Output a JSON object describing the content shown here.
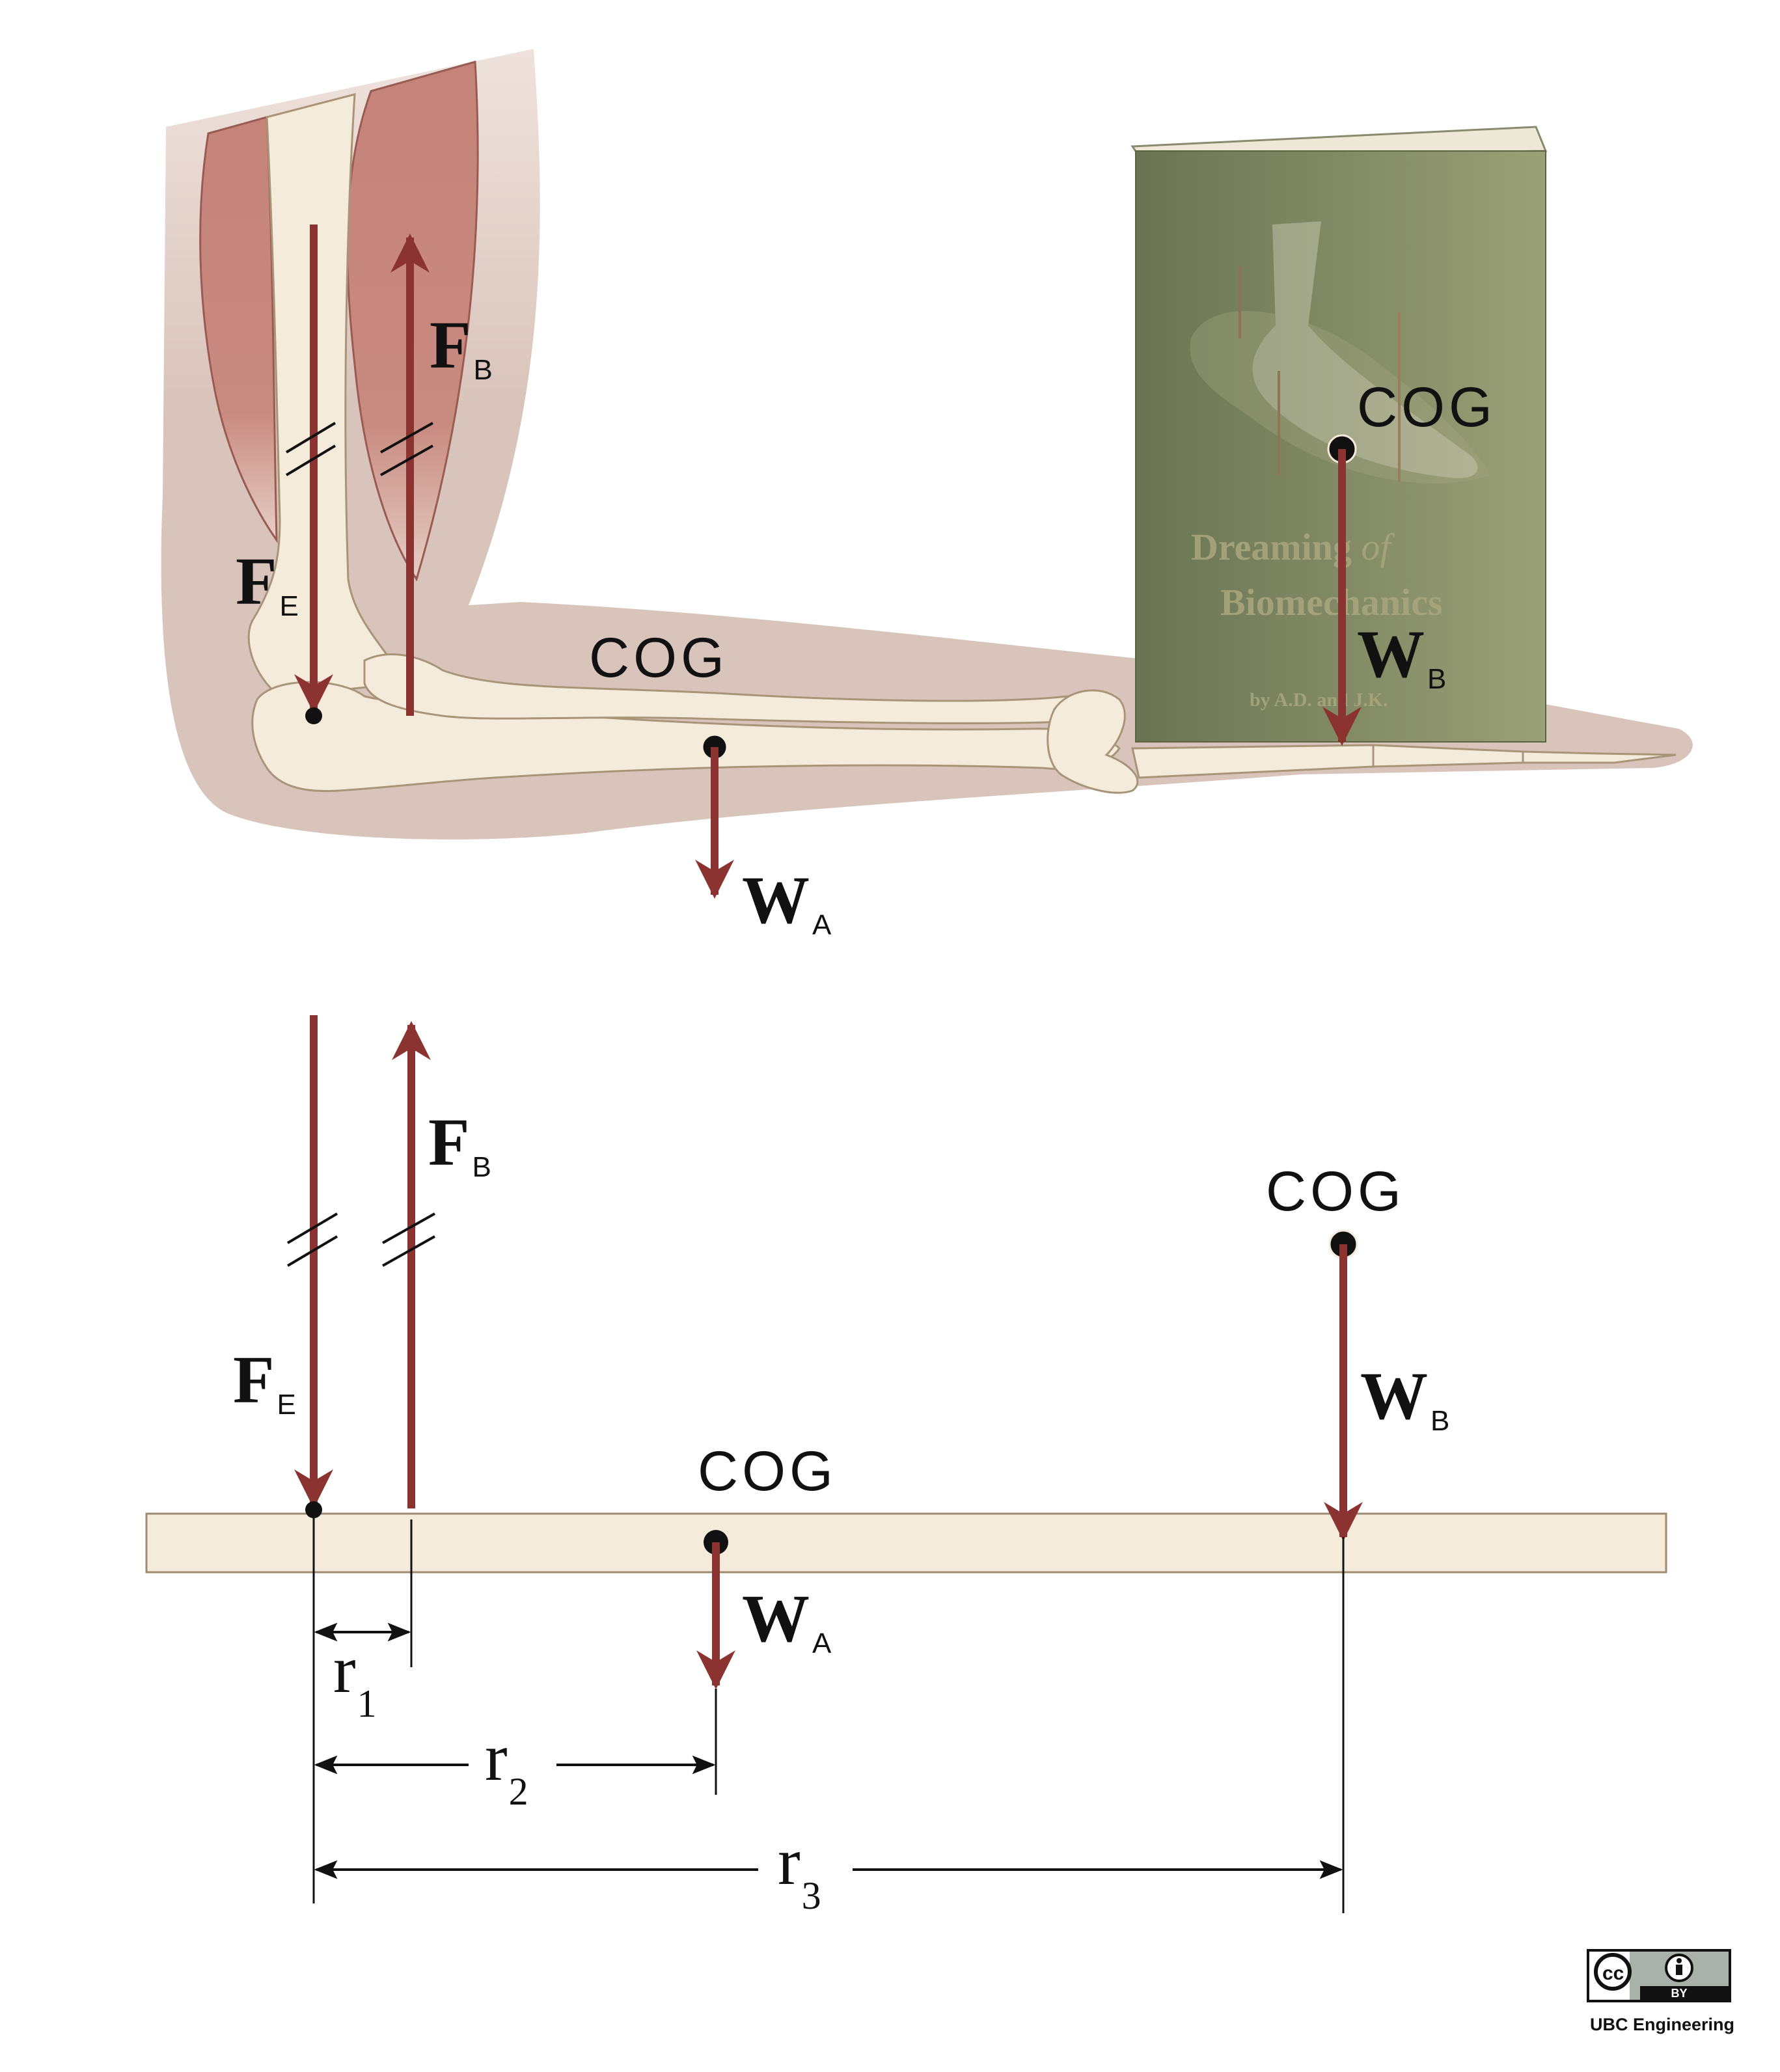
{
  "colors": {
    "force_arrow": "#8b3330",
    "bone": "#f4ebdb",
    "bone_outline": "#9c8b72",
    "skin": "#dcc8c0",
    "muscle": "#c9847a",
    "book_cover": "#7a8561",
    "beam": "#f4ebdb"
  },
  "top_figure": {
    "forces": {
      "fe": {
        "main": "F",
        "sub": "E"
      },
      "fb": {
        "main": "F",
        "sub": "B"
      },
      "wa": {
        "main": "W",
        "sub": "A"
      },
      "wb": {
        "main": "W",
        "sub": "B"
      }
    },
    "cog_forearm": "COG",
    "cog_book": "COG",
    "book": {
      "title_word1": "Dreaming",
      "title_word2": "of",
      "title_line2": "Biomechanics",
      "byline": "by A.D. and J.K."
    }
  },
  "bottom_figure": {
    "forces": {
      "fe": {
        "main": "F",
        "sub": "E"
      },
      "fb": {
        "main": "F",
        "sub": "B"
      },
      "wa": {
        "main": "W",
        "sub": "A"
      },
      "wb": {
        "main": "W",
        "sub": "B"
      }
    },
    "cog_forearm": "COG",
    "cog_book": "COG",
    "distances": [
      {
        "main": "r",
        "sub": "1"
      },
      {
        "main": "r",
        "sub": "2"
      },
      {
        "main": "r",
        "sub": "3"
      }
    ]
  },
  "license": {
    "cc": "cc",
    "by": "BY",
    "credit": "UBC Engineering"
  }
}
